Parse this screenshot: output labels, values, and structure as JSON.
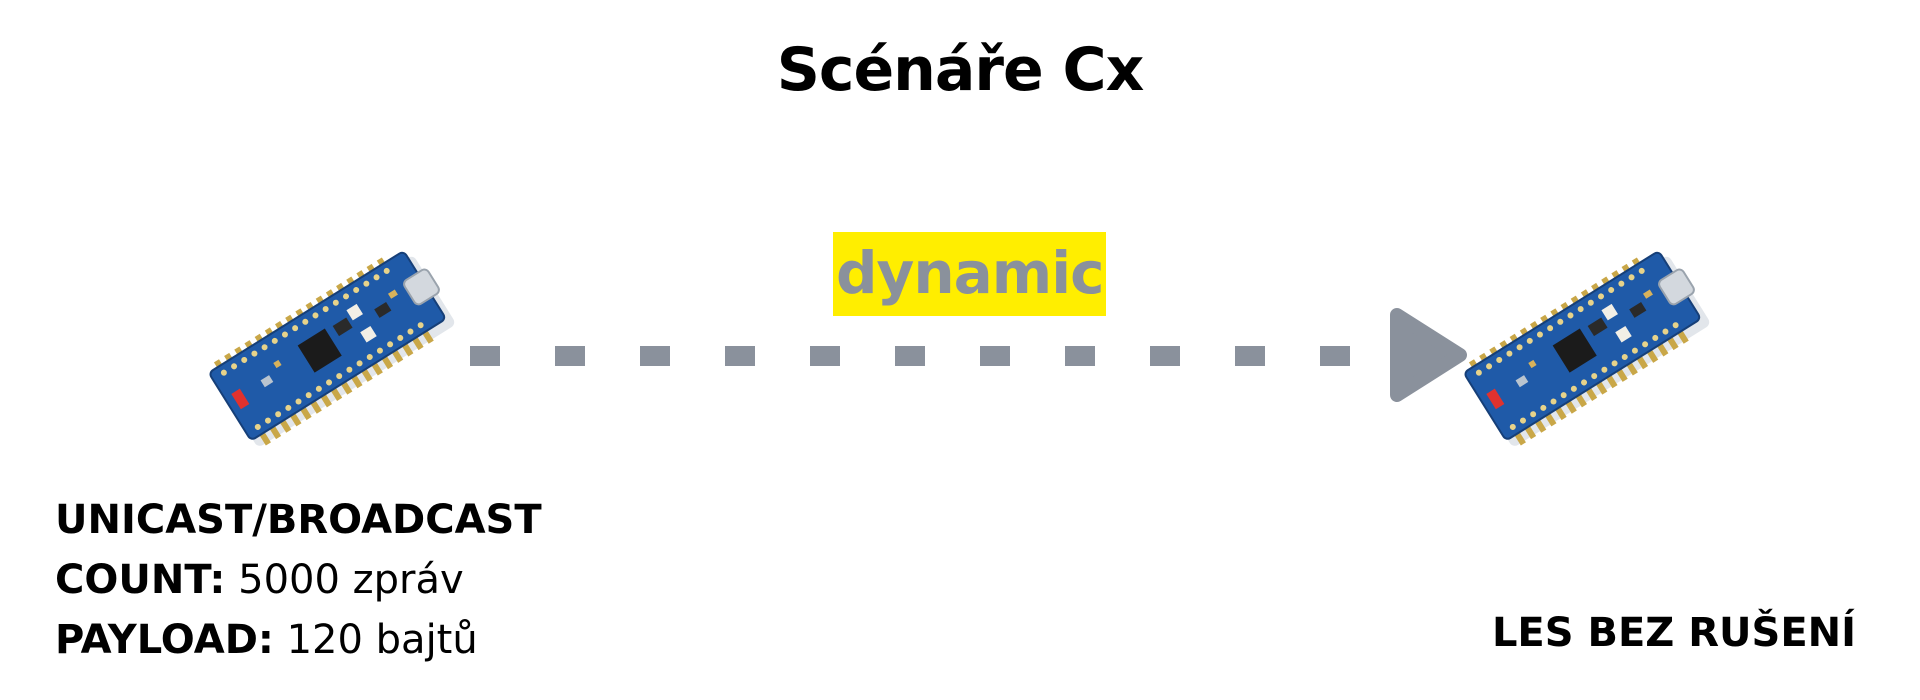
{
  "title": "Scénáře Cx",
  "label": "dynamic",
  "colors": {
    "label_bg": "#ffee00",
    "label_text": "#8a919c",
    "arrow": "#8a919c",
    "board_pcb": "#1f5aa8"
  },
  "sender": {
    "mode": "UNICAST/BROADCAST",
    "count_key": "COUNT:",
    "count_value": " 5000 zpráv",
    "payload_key": "PAYLOAD:",
    "payload_value": " 120 bajtů"
  },
  "receiver": {
    "location": "LES BEZ RUŠENÍ"
  },
  "icons": {
    "sender_board": "microcontroller-board-icon",
    "receiver_board": "microcontroller-board-icon",
    "arrow": "dashed-arrow-right-icon"
  }
}
